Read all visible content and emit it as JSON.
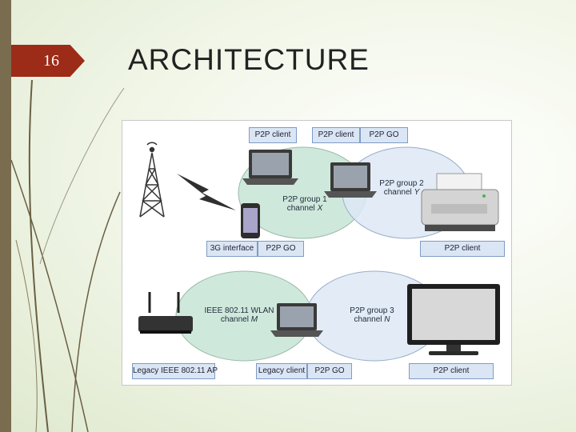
{
  "slide": {
    "number": "16",
    "title": "ARCHITECTURE"
  },
  "diagram": {
    "top_labels": {
      "p2p_client_left": "P2P client",
      "p2p_client_mid": "P2P client",
      "p2p_go_top": "P2P GO"
    },
    "group1": {
      "line1": "P2P group 1",
      "line2_prefix": "channel ",
      "channel": "X"
    },
    "group2": {
      "line1": "P2P group 2",
      "line2_prefix": "channel ",
      "channel": "Y"
    },
    "middle_labels": {
      "interface_3g": "3G interface",
      "p2p_go_mid": "P2P GO",
      "p2p_client_printer": "P2P client"
    },
    "wlan": {
      "line1": "IEEE 802.11 WLAN",
      "line2_prefix": "channel ",
      "channel": "M"
    },
    "group3": {
      "line1": "P2P group 3",
      "line2_prefix": "channel ",
      "channel": "N"
    },
    "bottom_labels": {
      "legacy_ap": "Legacy IEEE 802.11 AP",
      "legacy_client": "Legacy client",
      "p2p_go_bottom": "P2P GO",
      "p2p_client_tv": "P2P client"
    },
    "colors": {
      "green_ellipse": "#cfe8dc",
      "blue_ellipse": "#dde7f4",
      "label_fill": "#dbe6f4",
      "label_border": "#7f9cc4",
      "slide_badge": "#9c2b17"
    },
    "icons": [
      "cell-tower-icon",
      "lightning-icon",
      "laptop-icon",
      "smartphone-icon",
      "printer-icon",
      "router-icon",
      "monitor-icon"
    ]
  }
}
